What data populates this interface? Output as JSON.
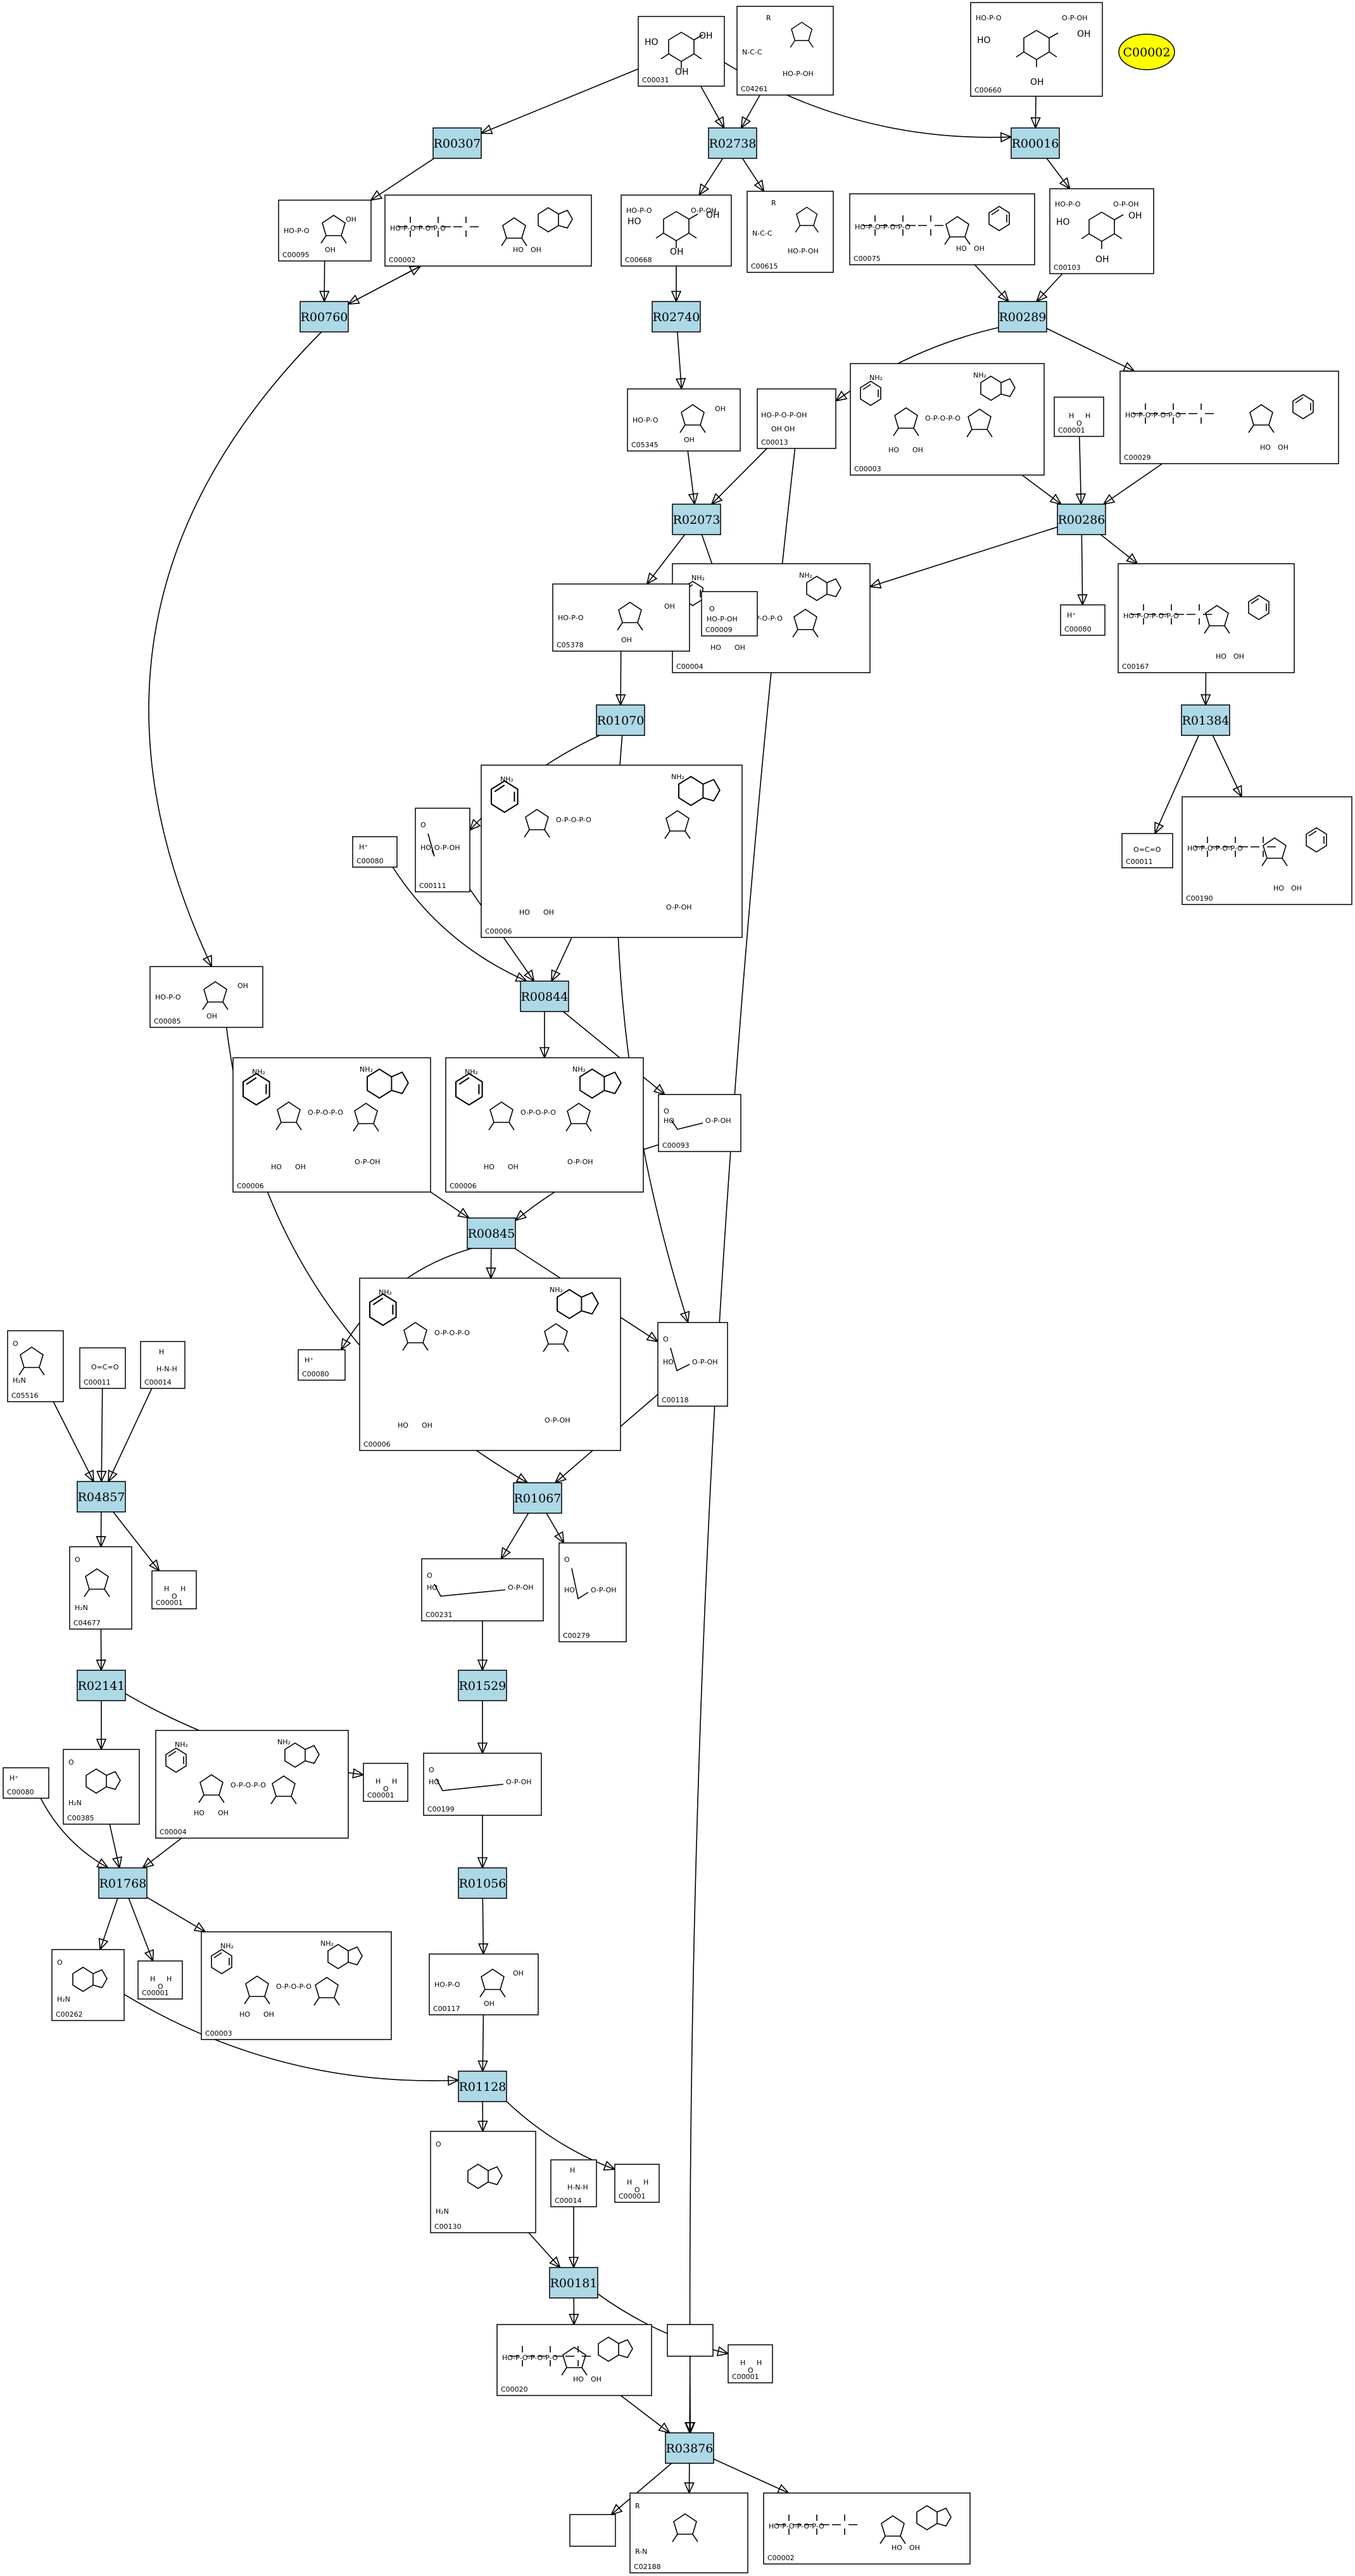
{
  "target": {
    "label": "C00002",
    "fill": "#ffff00"
  },
  "colors": {
    "reaction_fill": "#add8e6",
    "compound_fill": "#ffffff",
    "stroke": "#000000"
  },
  "reactions": [
    "R00307",
    "R02738",
    "R00016",
    "R00760",
    "R02740",
    "R00289",
    "R02073",
    "R00286",
    "R01070",
    "R01384",
    "R00844",
    "R00845",
    "R04857",
    "R01067",
    "R02141",
    "R01529",
    "R01768",
    "R01056",
    "R01128",
    "R00181",
    "R03876"
  ],
  "compounds": [
    "C00031",
    "C04261",
    "C00660",
    "C00095",
    "C00002",
    "C00668",
    "C00615",
    "C00075",
    "C00103",
    "C00003",
    "C05345",
    "C00013",
    "C00001",
    "C00029",
    "C05378",
    "C00009",
    "C00004",
    "C00080",
    "C00167",
    "C00111",
    "C00006",
    "C00011",
    "C00190",
    "C00085",
    "C00093",
    "C00118",
    "C05516",
    "C00014",
    "C00279",
    "C04677",
    "C00231",
    "C00385",
    "C00199",
    "C00262",
    "C00117",
    "C00130",
    "C00020",
    "C02188"
  ]
}
